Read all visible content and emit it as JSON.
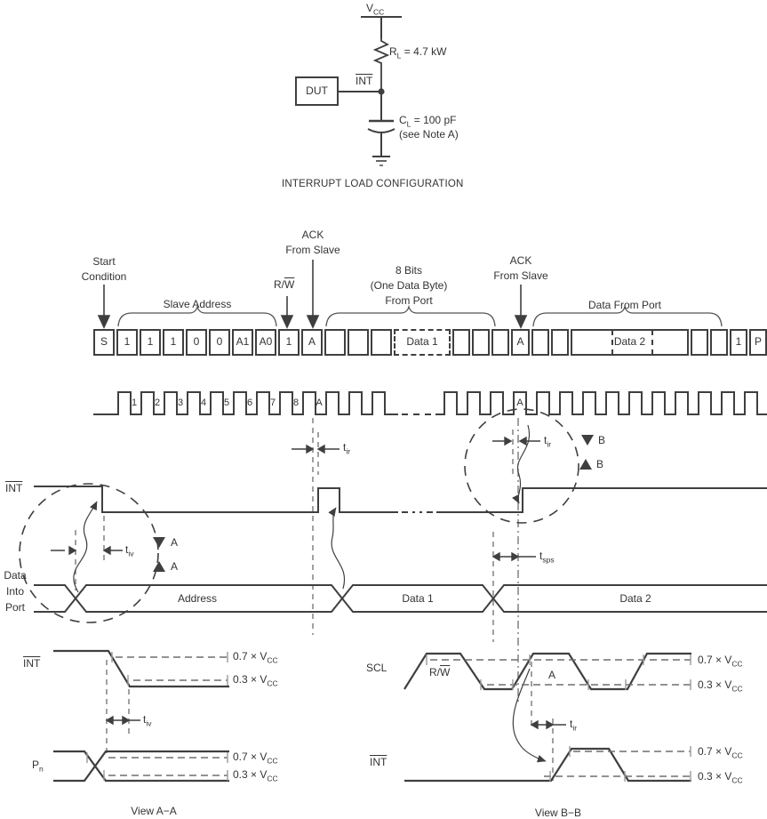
{
  "circuit": {
    "vcc_main": "V",
    "vcc_sub": "CC",
    "r_main": "R",
    "r_sub": "L",
    "r_eq": " = 4.7 kW",
    "dut_label": "DUT",
    "int_label": "INT",
    "c_main": "C",
    "c_sub": "L",
    "c_eq": " = 100 pF",
    "c_note": "(see Note A)",
    "caption": "INTERRUPT LOAD CONFIGURATION"
  },
  "frame": {
    "start_condition": [
      "Start",
      "Condition"
    ],
    "slave_address": "Slave Address",
    "rw_prefix": "R/",
    "rw_overline": "W",
    "ack1": [
      "ACK",
      "From Slave"
    ],
    "eight_bits": [
      "8 Bits",
      "(One Data Byte)",
      "From Port"
    ],
    "ack2": [
      "ACK",
      "From Slave"
    ],
    "data_from_port": "Data From Port",
    "cells": [
      "S",
      "1",
      "1",
      "1",
      "0",
      "0",
      "A1",
      "A0",
      "1",
      "A",
      "",
      "",
      "",
      "Data 1",
      "",
      "",
      "",
      "A",
      "",
      "",
      "Data 2",
      "",
      "",
      "1",
      "P"
    ]
  },
  "clock": {
    "pulse_labels": [
      "1",
      "2",
      "3",
      "4",
      "5",
      "6",
      "7",
      "8",
      "A"
    ],
    "ack_label": "A"
  },
  "timing": {
    "int_label": "INT",
    "data_into_port": [
      "Data",
      "Into",
      "Port"
    ],
    "bus_segments": [
      "Address",
      "Data 1",
      "Data 2"
    ],
    "t_ir_main": "t",
    "t_ir_sub": "ir",
    "t_iv_main": "t",
    "t_iv_sub": "iv",
    "t_sps_main": "t",
    "t_sps_sub": "sps",
    "marker_a": "A",
    "marker_b": "B"
  },
  "view_aa": {
    "int_label": "INT",
    "pn_main": "P",
    "pn_sub": "n",
    "level_high": "0.7 × V",
    "level_low": "0.3 × V",
    "level_sub": "CC",
    "t_iv_main": "t",
    "t_iv_sub": "iv",
    "caption": "View A−A"
  },
  "view_bb": {
    "scl_label": "SCL",
    "rw_prefix": "R/",
    "rw_overline": "W",
    "ack_label": "A",
    "int_label": "INT",
    "t_ir_main": "t",
    "t_ir_sub": "ir",
    "level_high": "0.7 × V",
    "level_low": "0.3 × V",
    "level_sub": "CC",
    "caption": "View B−B"
  },
  "colors": {
    "line": "#3f3f3f",
    "muted": "#6e6e6e",
    "text": "#333333"
  }
}
